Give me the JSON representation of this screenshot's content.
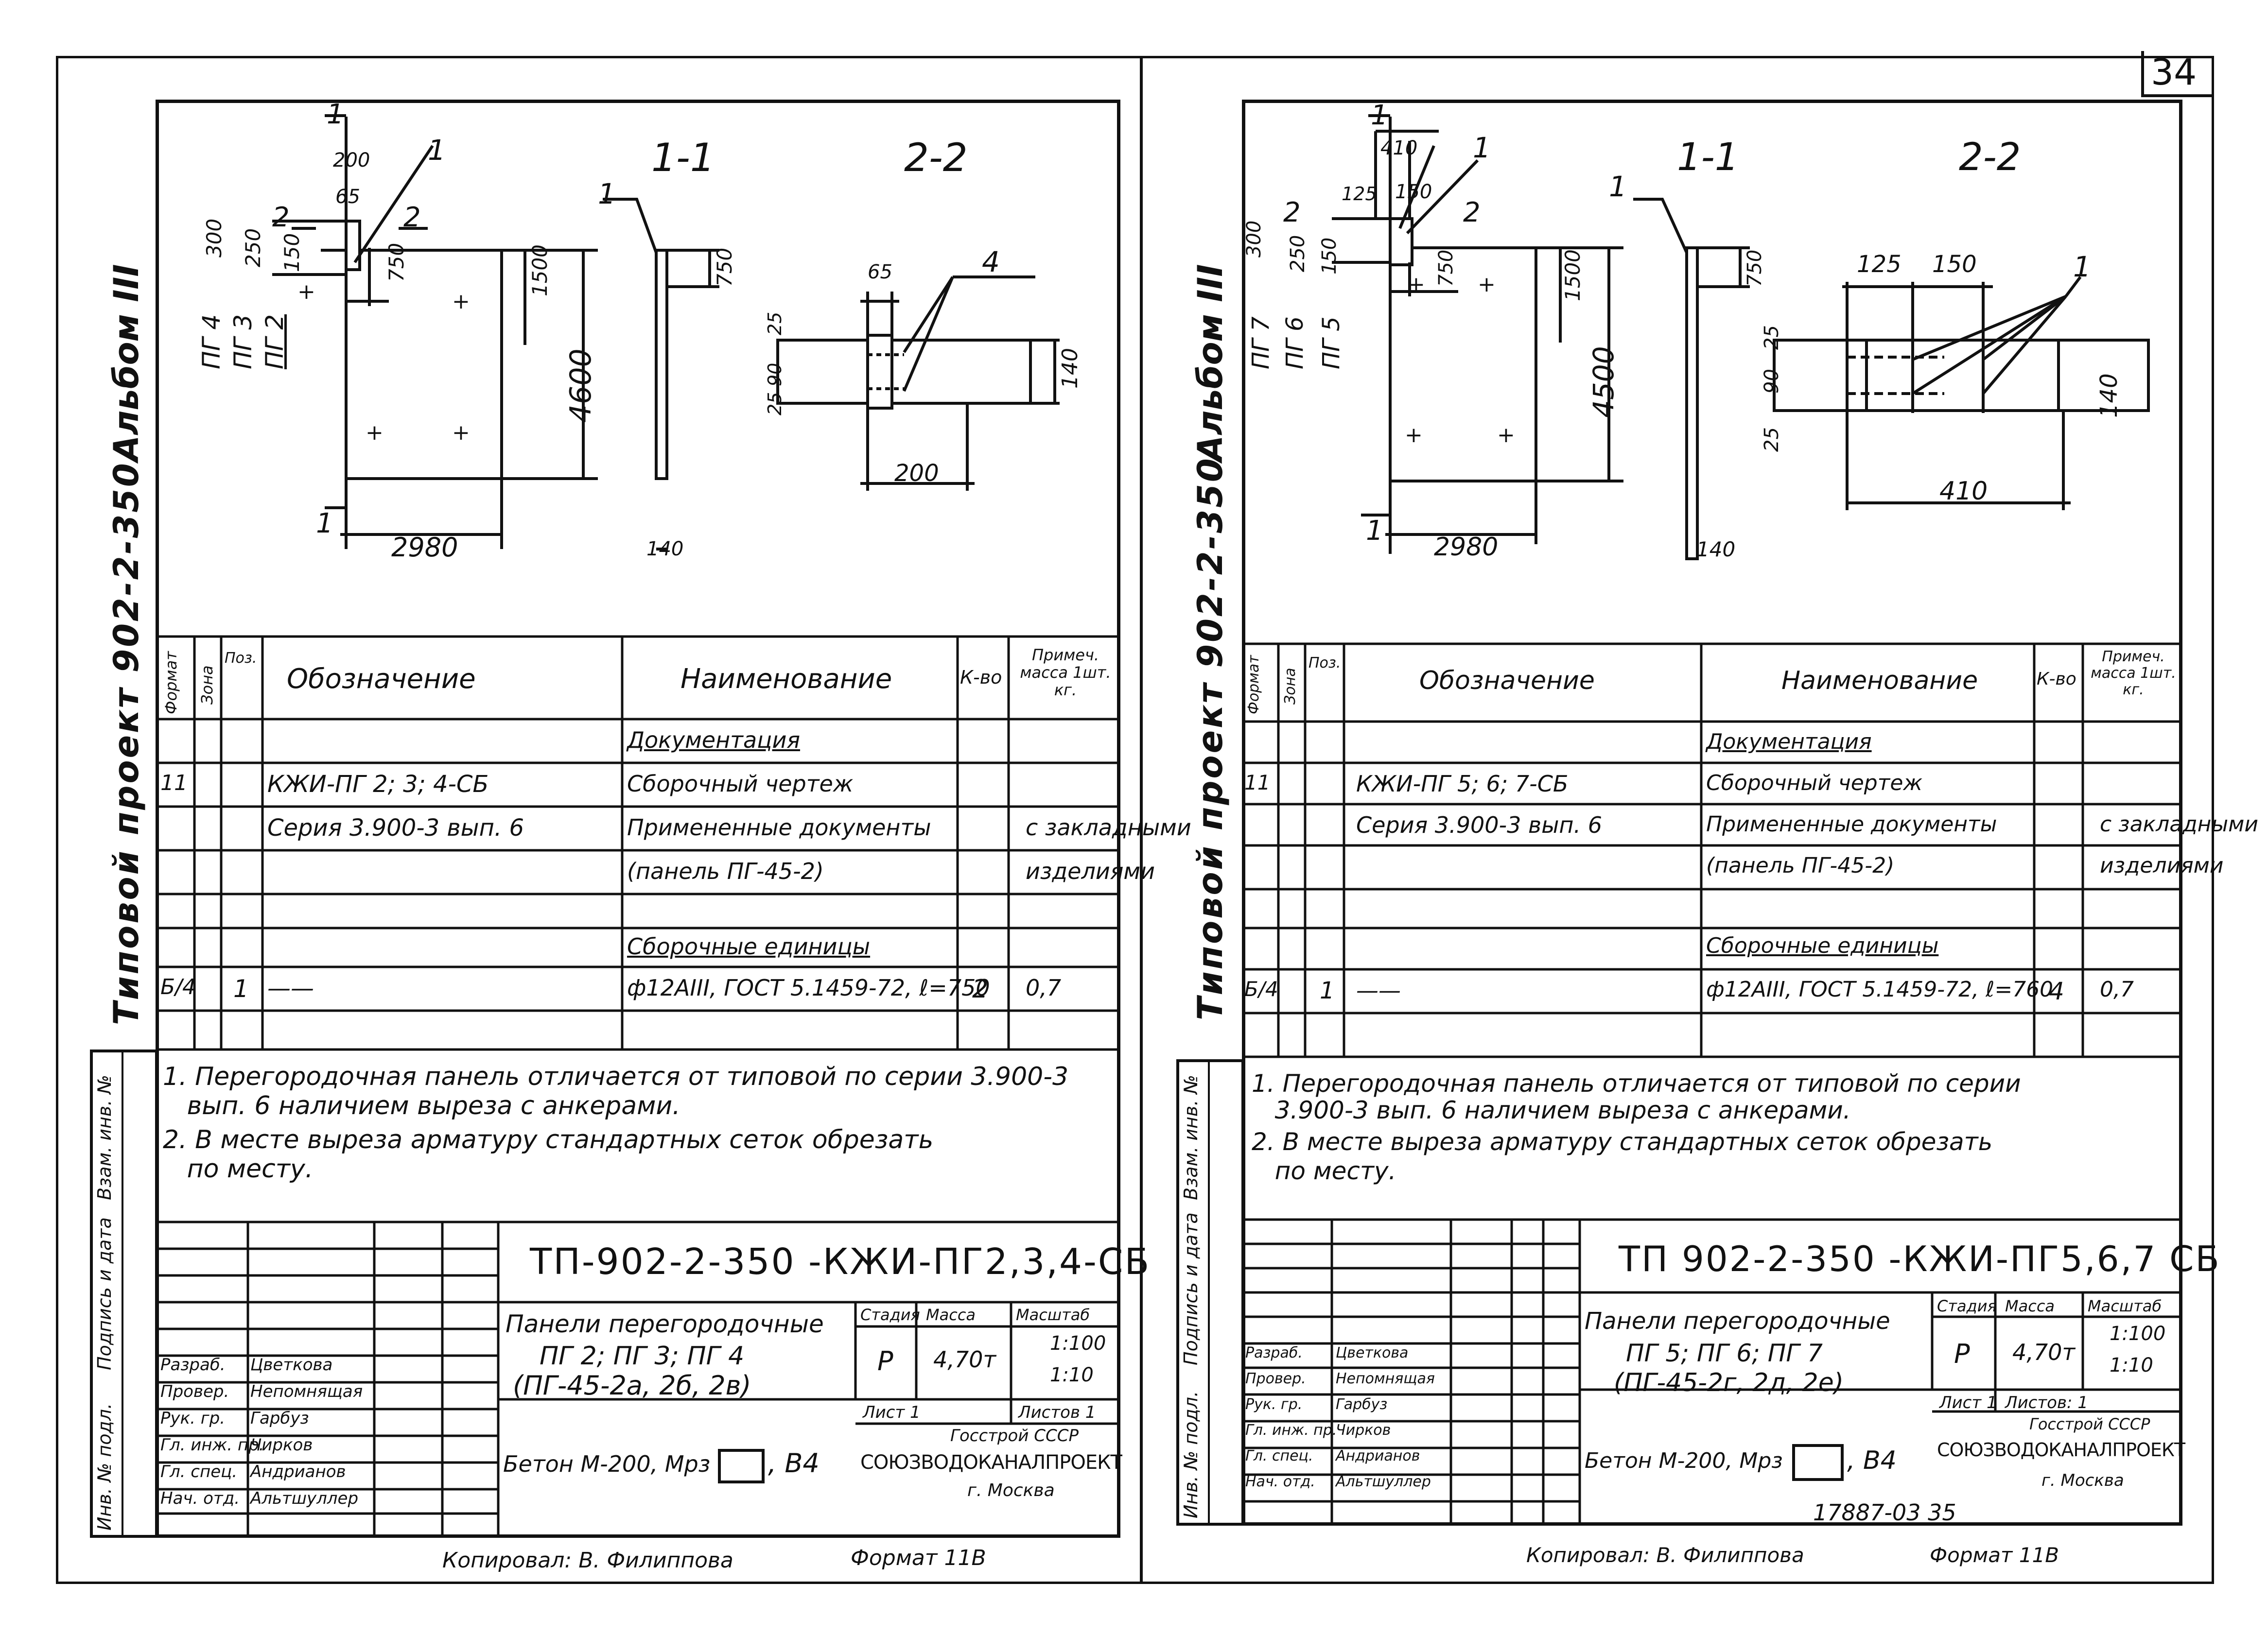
{
  "page_number": "34",
  "footer_code": "17887-03 35",
  "sheets": [
    {
      "album": "Альбом III",
      "project": "Типовой проект 902-2-350",
      "positions": [
        "ПГ 4",
        "ПГ 3",
        "ПГ 2"
      ],
      "sec_labels": {
        "a1": "1",
        "a2": "2",
        "a3": "1",
        "a4": "2",
        "s11": "1-1",
        "s22": "2-2"
      },
      "dims": {
        "d200": "200",
        "d65": "65",
        "d300": "300",
        "d250": "250",
        "d150": "150",
        "d750": "750",
        "d1500": "1500",
        "d4600": "4600",
        "d2980": "2980",
        "dt1": "750",
        "dt2": "140",
        "d_65b": "65",
        "d25": "25",
        "d90": "90",
        "d25b": "25",
        "d140": "140",
        "d200b": "200"
      },
      "leaders": {
        "p1": "1",
        "p1b": "1",
        "p4": "4"
      },
      "spec_header": {
        "format": "Формат",
        "zone": "Зона",
        "pos": "Поз.",
        "designation": "Обозначение",
        "name": "Наименование",
        "qty": "К-во",
        "note": "Примеч. масса 1шт. кг."
      },
      "spec_rows": [
        {
          "format": "",
          "zone": "",
          "pos": "",
          "designation": "",
          "name": "Документация",
          "qty": "",
          "note": ""
        },
        {
          "format": "11",
          "zone": "",
          "pos": "",
          "designation": "КЖИ-ПГ 2; 3; 4-СБ",
          "name": "Сборочный чертеж",
          "qty": "",
          "note": ""
        },
        {
          "format": "",
          "zone": "",
          "pos": "",
          "designation": "Серия 3.900-3 вып. 6",
          "name": "Примененные документы",
          "qty": "",
          "note": "с закладными"
        },
        {
          "format": "",
          "zone": "",
          "pos": "",
          "designation": "",
          "name": "(панель ПГ-45-2)",
          "qty": "",
          "note": "изделиями"
        },
        {
          "format": "",
          "zone": "",
          "pos": "",
          "designation": "",
          "name": "",
          "qty": "",
          "note": ""
        },
        {
          "format": "",
          "zone": "",
          "pos": "",
          "designation": "",
          "name": "Сборочные единицы",
          "qty": "",
          "note": ""
        },
        {
          "format": "Б/4",
          "zone": "",
          "pos": "1",
          "designation": "——",
          "name": "ф12АIII, ГОСТ 5.1459-72, ℓ=750",
          "qty": "2",
          "note": "0,7"
        },
        {
          "format": "",
          "zone": "",
          "pos": "",
          "designation": "",
          "name": "",
          "qty": "",
          "note": ""
        }
      ],
      "notes": [
        "1. Перегородочная панель отличается от типовой по серии 3.900-3",
        "   вып. 6 наличием выреза с анкерами.",
        "2. В месте выреза арматуру стандартных сеток обрезать",
        "   по месту."
      ],
      "side_stamp": [
        "Инв. № подл.",
        "Подпись и дата",
        "Взам. инв. №"
      ],
      "title_code": "ТП-902-2-350 -КЖИ-ПГ2,3,4-СБ",
      "title_name": [
        "Панели перегородочные",
        "ПГ 2; ПГ 3; ПГ 4",
        "(ПГ-45-2а, 2б, 2в)"
      ],
      "concrete": "Бетон М-200, Мрз",
      "concrete_suffix": ", В4",
      "stage": {
        "label_stage": "Стадия",
        "label_mass": "Масса",
        "label_scale": "Масштаб",
        "stage": "Р",
        "mass": "4,70т",
        "scale1": "1:100",
        "scale2": "1:10"
      },
      "sheet_info": {
        "sheet": "Лист 1",
        "sheets": "Листов 1"
      },
      "org": [
        "Госстрой СССР",
        "СОЮЗВОДОКАНАЛПРОЕКТ",
        "г. Москва"
      ],
      "staff": [
        {
          "role": "Разраб.",
          "name": "Цветкова"
        },
        {
          "role": "Провер.",
          "name": "Непомнящая"
        },
        {
          "role": "Рук. гр.",
          "name": "Гарбуз"
        },
        {
          "role": "Гл. инж. пр.",
          "name": "Чирков"
        },
        {
          "role": "Гл. спец.",
          "name": "Андрианов"
        },
        {
          "role": "Нач. отд.",
          "name": "Альтшуллер"
        }
      ],
      "copied": "Копировал: В. Филиппова",
      "format": "Формат 11В"
    },
    {
      "album": "Альбом III",
      "project": "Типовой проект 902-2-350",
      "positions": [
        "ПГ 7",
        "ПГ 6",
        "ПГ 5"
      ],
      "sec_labels": {
        "a1": "1",
        "a2": "2",
        "a3": "1",
        "a4": "2",
        "s11": "1-1",
        "s22": "2-2"
      },
      "dims": {
        "d410": "410",
        "d125": "125",
        "d150": "150",
        "d300": "300",
        "d250": "250",
        "d150b": "150",
        "d750": "750",
        "d1500": "1500",
        "d4500": "4500",
        "d2980": "2980",
        "dt1": "750",
        "dt2": "140",
        "d125b": "125",
        "d150c": "150",
        "d25": "25",
        "d90": "90",
        "d25b": "25",
        "d140": "140",
        "d410b": "410"
      },
      "leaders": {
        "p1": "1",
        "p1b": "1",
        "p1c": "1"
      },
      "spec_header": {
        "format": "Формат",
        "zone": "Зона",
        "pos": "Поз.",
        "designation": "Обозначение",
        "name": "Наименование",
        "qty": "К-во",
        "note": "Примеч. масса 1шт. кг."
      },
      "spec_rows": [
        {
          "format": "",
          "zone": "",
          "pos": "",
          "designation": "",
          "name": "Документация",
          "qty": "",
          "note": ""
        },
        {
          "format": "11",
          "zone": "",
          "pos": "",
          "designation": "КЖИ-ПГ 5; 6; 7-СБ",
          "name": "Сборочный чертеж",
          "qty": "",
          "note": ""
        },
        {
          "format": "",
          "zone": "",
          "pos": "",
          "designation": "Серия 3.900-3 вып. 6",
          "name": "Примененные документы",
          "qty": "",
          "note": "с закладными"
        },
        {
          "format": "",
          "zone": "",
          "pos": "",
          "designation": "",
          "name": "(панель ПГ-45-2)",
          "qty": "",
          "note": "изделиями"
        },
        {
          "format": "",
          "zone": "",
          "pos": "",
          "designation": "",
          "name": "",
          "qty": "",
          "note": ""
        },
        {
          "format": "",
          "zone": "",
          "pos": "",
          "designation": "",
          "name": "Сборочные единицы",
          "qty": "",
          "note": ""
        },
        {
          "format": "Б/4",
          "zone": "",
          "pos": "1",
          "designation": "——",
          "name": "ф12АIII, ГОСТ 5.1459-72, ℓ=760",
          "qty": "4",
          "note": "0,7"
        },
        {
          "format": "",
          "zone": "",
          "pos": "",
          "designation": "",
          "name": "",
          "qty": "",
          "note": ""
        }
      ],
      "notes": [
        "1. Перегородочная панель отличается от типовой по серии",
        "   3.900-3 вып. 6 наличием выреза с анкерами.",
        "2. В месте выреза арматуру стандартных сеток обрезать",
        "   по месту."
      ],
      "side_stamp": [
        "Инв. № подл.",
        "Подпись и дата",
        "Взам. инв. №"
      ],
      "title_code": "ТП 902-2-350 -КЖИ-ПГ5,6,7 СБ",
      "title_name": [
        "Панели перегородочные",
        "ПГ 5; ПГ 6; ПГ 7",
        "(ПГ-45-2г, 2д, 2е)"
      ],
      "concrete": "Бетон М-200, Мрз",
      "concrete_suffix": ", В4",
      "stage": {
        "label_stage": "Стадия",
        "label_mass": "Масса",
        "label_scale": "Масштаб",
        "stage": "Р",
        "mass": "4,70т",
        "scale1": "1:100",
        "scale2": "1:10"
      },
      "sheet_info": {
        "sheet": "Лист 1",
        "sheets": "Листов: 1"
      },
      "org": [
        "Госстрой СССР",
        "СОЮЗВОДОКАНАЛПРОЕКТ",
        "г. Москва"
      ],
      "staff": [
        {
          "role": "Разраб.",
          "name": "Цветкова"
        },
        {
          "role": "Провер.",
          "name": "Непомнящая"
        },
        {
          "role": "Рук. гр.",
          "name": "Гарбуз"
        },
        {
          "role": "Гл. инж. пр.",
          "name": "Чирков"
        },
        {
          "role": "Гл. спец.",
          "name": "Андрианов"
        },
        {
          "role": "Нач. отд.",
          "name": "Альтшуллер"
        }
      ],
      "copied": "Копировал: В. Филиппова",
      "format": "Формат 11В"
    }
  ]
}
